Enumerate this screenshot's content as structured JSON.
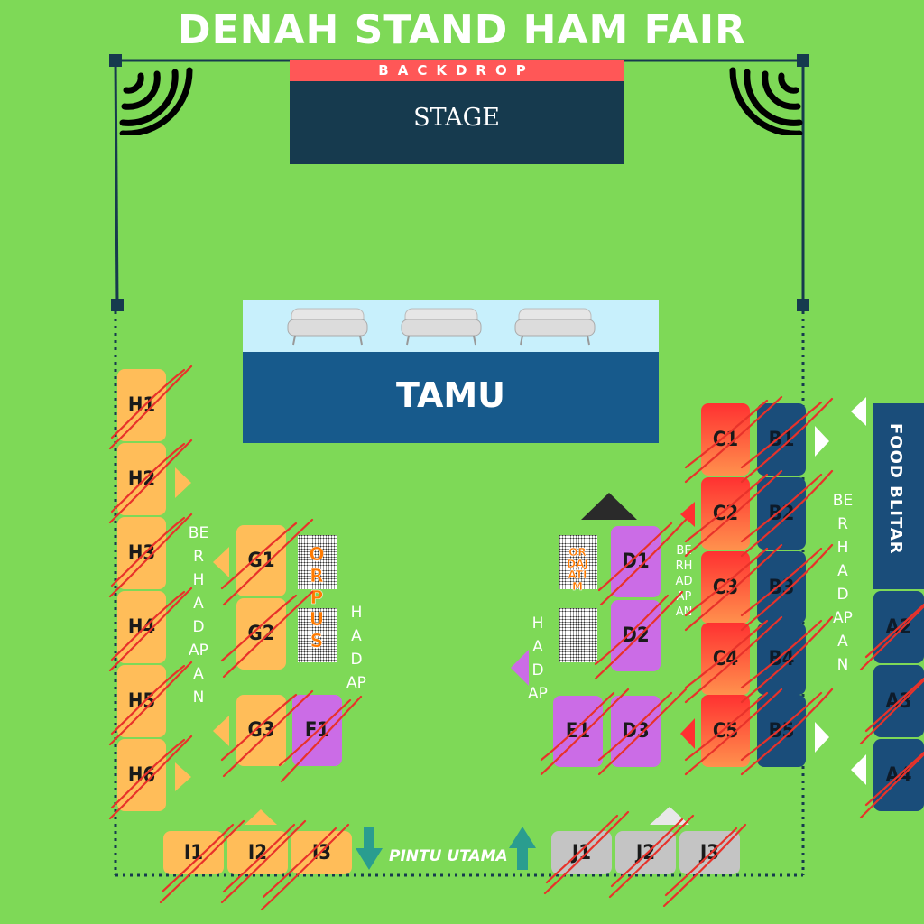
{
  "title": "DENAH STAND HAM FAIR",
  "backdrop": "BACKDROP",
  "stage": "STAGE",
  "tamu": "TAMU",
  "food_blitar": "FOOD BLITAR",
  "pintu_utama": "PINTU UTAMA",
  "orpus": "ORPUS",
  "ordajatim": "ORDAJATIM",
  "berhadapan": "BERHADAPAN",
  "hadap": "HADAP",
  "booths": {
    "H1": "H1",
    "H2": "H2",
    "H3": "H3",
    "H4": "H4",
    "H5": "H5",
    "H6": "H6",
    "G1": "G1",
    "G2": "G2",
    "G3": "G3",
    "F1": "F1",
    "D1": "D1",
    "D2": "D2",
    "D3": "D3",
    "E1": "E1",
    "C1": "C1",
    "C2": "C2",
    "C3": "C3",
    "C4": "C4",
    "C5": "C5",
    "B1": "B1",
    "B2": "B2",
    "B3": "B3",
    "B4": "B4",
    "B5": "B5",
    "A2": "A2",
    "A3": "A3",
    "A4": "A4",
    "I1": "I1",
    "I2": "I2",
    "I3": "I3",
    "J1": "J1",
    "J2": "J2",
    "J3": "J3"
  },
  "colors": {
    "background": "#7ed957",
    "stage": "#163a4e",
    "tamu": "#175a8c",
    "backdrop": "#ff5757",
    "cross": "#e8322a"
  }
}
